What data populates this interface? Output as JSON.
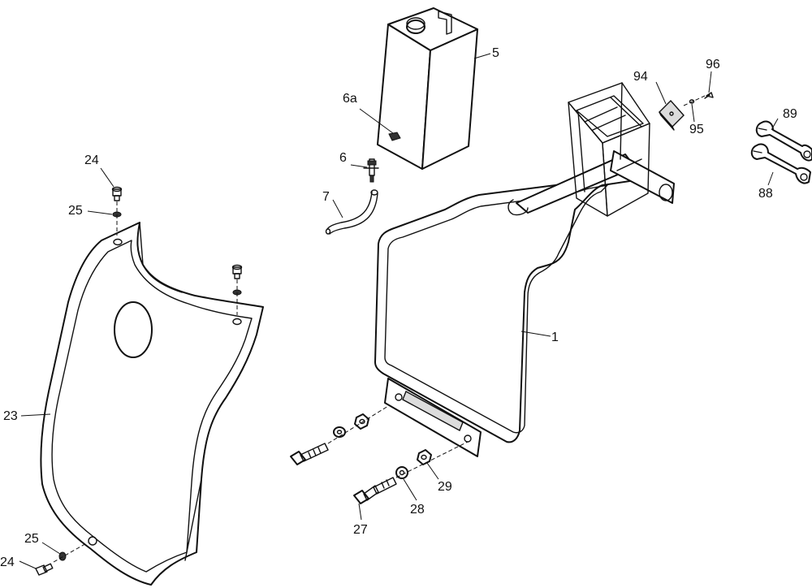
{
  "callouts": {
    "c1": "1",
    "c5": "5",
    "c6": "6",
    "c6a": "6a",
    "c7": "7",
    "c23": "23",
    "c24_top": "24",
    "c25_top": "25",
    "c25_bottom": "25",
    "c24_bottom": "24",
    "c27": "27",
    "c28": "28",
    "c29": "29",
    "c88": "88",
    "c89": "89",
    "c94": "94",
    "c95": "95",
    "c96": "96"
  },
  "colors": {
    "line": "#111111",
    "background": "#ffffff",
    "shade": "#dcdcdc"
  }
}
